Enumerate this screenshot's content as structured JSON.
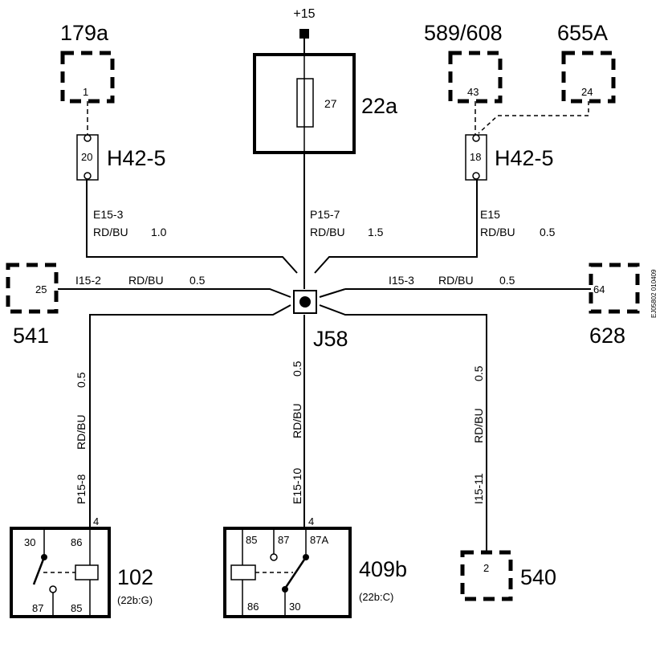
{
  "supply": {
    "label": "+15"
  },
  "fuse": {
    "name": "22a",
    "number": "27"
  },
  "junction": {
    "name": "J58"
  },
  "connectors": {
    "c179a": {
      "name": "179a",
      "pin": "1"
    },
    "c589": {
      "name": "589/608",
      "pin": "43"
    },
    "c655": {
      "name": "655A",
      "pin": "24"
    },
    "c541": {
      "name": "541",
      "pin": "25"
    },
    "c628": {
      "name": "628",
      "pin": "64"
    },
    "c540": {
      "name": "540",
      "pin": "2"
    }
  },
  "splices": {
    "left": {
      "name": "H42-5",
      "pin": "20"
    },
    "right": {
      "name": "H42-5",
      "pin": "18"
    }
  },
  "wires": {
    "w1": {
      "id": "E15-3",
      "spec": "RD/BU",
      "size": "1.0"
    },
    "w2": {
      "id": "P15-7",
      "spec": "RD/BU",
      "size": "1.5"
    },
    "w3": {
      "id": "E15",
      "spec": "RD/BU",
      "size": "0.5"
    },
    "w4": {
      "id": "I15-2",
      "spec": "RD/BU",
      "size": "0.5"
    },
    "w5": {
      "id": "I15-3",
      "spec": "RD/BU",
      "size": "0.5"
    },
    "w6": {
      "id": "P15-8",
      "spec": "RD/BU",
      "size": "0.5"
    },
    "w7": {
      "id": "E15-10",
      "spec": "RD/BU",
      "size": "0.5"
    },
    "w8": {
      "id": "I15-11",
      "spec": "RD/BU",
      "size": "0.5"
    }
  },
  "relays": {
    "r102": {
      "name": "102",
      "sub": "(22b:G)",
      "in_pin": "4",
      "p30": "30",
      "p86": "86",
      "p87": "87",
      "p85": "85"
    },
    "r409b": {
      "name": "409b",
      "sub": "(22b:C)",
      "in_pin": "4",
      "p85": "85",
      "p87": "87",
      "p87a": "87A",
      "p86": "86",
      "p30": "30"
    }
  },
  "side_code": "EJ05802 010409"
}
